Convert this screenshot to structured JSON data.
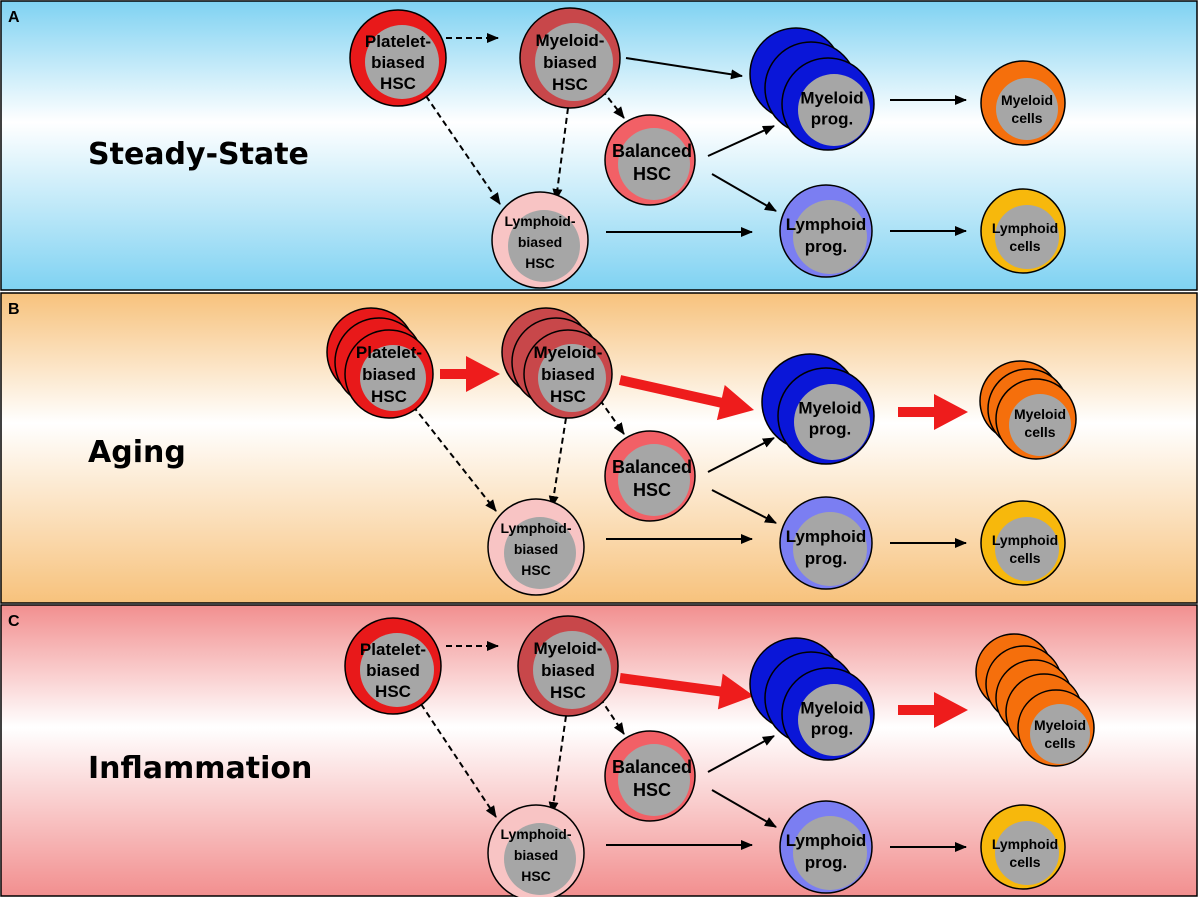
{
  "colors": {
    "steady_top": "#7fd2f2",
    "aging_top": "#f7c27c",
    "inflammation_top": "#f28f8f",
    "platelet_hsc": "#e8191a",
    "myeloid_hsc": "#c8474a",
    "balanced_hsc": "#f26066",
    "lymphoid_hsc": "#f8c4c4",
    "myeloid_prog": "#0a16d8",
    "lymphoid_prog": "#7b7ef2",
    "myeloid_cells": "#f56f0c",
    "lymphoid_cells": "#f7b80c",
    "nucleus": "#a6a6a6",
    "red_arrow": "#ee1c1c"
  },
  "panels": [
    {
      "id": "steady",
      "letter": "A",
      "title": "Steady-State",
      "platelet_hsc": [
        "Platelet-",
        "biased",
        "HSC"
      ],
      "myeloid_hsc": [
        "Myeloid-",
        "biased",
        "HSC"
      ],
      "balanced_hsc": [
        "Balanced",
        "HSC"
      ],
      "lymphoid_hsc": [
        "Lymphoid-",
        "biased",
        "HSC"
      ],
      "myeloid_prog": [
        "Myeloid",
        "prog."
      ],
      "lymphoid_prog": [
        "Lymphoid",
        "prog."
      ],
      "myeloid_cells": [
        "Myeloid",
        "cells"
      ],
      "lymphoid_cells": [
        "Lymphoid",
        "cells"
      ]
    },
    {
      "id": "aging",
      "letter": "B",
      "title": "Aging",
      "platelet_hsc": [
        "Platelet-",
        "biased",
        "HSC"
      ],
      "myeloid_hsc": [
        "Myeloid-",
        "biased",
        "HSC"
      ],
      "balanced_hsc": [
        "Balanced",
        "HSC"
      ],
      "lymphoid_hsc": [
        "Lymphoid-",
        "biased",
        "HSC"
      ],
      "myeloid_prog": [
        "Myeloid",
        "prog."
      ],
      "lymphoid_prog": [
        "Lymphoid",
        "prog."
      ],
      "myeloid_cells": [
        "Myeloid",
        "cells"
      ],
      "lymphoid_cells": [
        "Lymphoid",
        "cells"
      ]
    },
    {
      "id": "inflammation",
      "letter": "C",
      "title": "Inflammation",
      "platelet_hsc": [
        "Platelet-",
        "biased",
        "HSC"
      ],
      "myeloid_hsc": [
        "Myeloid-",
        "biased",
        "HSC"
      ],
      "balanced_hsc": [
        "Balanced",
        "HSC"
      ],
      "lymphoid_hsc": [
        "Lymphoid-",
        "biased",
        "HSC"
      ],
      "myeloid_prog": [
        "Myeloid",
        "prog."
      ],
      "lymphoid_prog": [
        "Lymphoid",
        "prog."
      ],
      "myeloid_cells": [
        "Myeloid",
        "cells"
      ],
      "lymphoid_cells": [
        "Lymphoid",
        "cells"
      ]
    }
  ]
}
